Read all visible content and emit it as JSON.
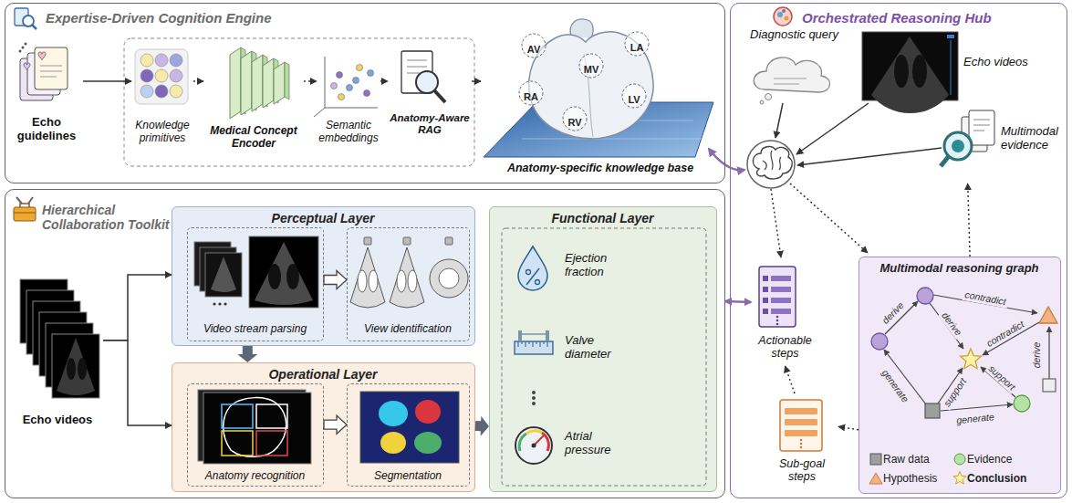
{
  "diagram": {
    "nodes": [
      {
        "text": [
          "Expertise-Driven Cognition Engine"
        ]
      },
      {
        "text": [
          "Echo guidelines"
        ],
        "in": 0
      },
      {
        "text": [
          "Knowledge primitives"
        ],
        "in": 0
      },
      {
        "text": [
          "Medical Concept Encoder"
        ],
        "in": 0
      },
      {
        "text": [
          "Semantic embeddings"
        ],
        "in": 0
      },
      {
        "text": [
          "Anatomy-Aware RAG"
        ],
        "in": 0
      },
      {
        "text": [
          "Anatomy-specific knowledge base"
        ],
        "in": 0
      },
      {
        "text": [
          "Hierarchical Collaboration Toolkit"
        ]
      },
      {
        "text": [
          "Echo videos"
        ],
        "in": 7
      },
      {
        "text": [
          "Perceptual Layer"
        ],
        "in": 7
      },
      {
        "text": [
          "Video stream parsing"
        ],
        "in": 9
      },
      {
        "text": [
          "View identification"
        ],
        "in": 9
      },
      {
        "text": [
          "Operational Layer"
        ],
        "in": 7
      },
      {
        "text": [
          "Anatomy recognition"
        ],
        "in": 12
      },
      {
        "text": [
          "Segmentation"
        ],
        "in": 12
      },
      {
        "text": [
          "Functional Layer"
        ],
        "in": 7
      },
      {
        "text": [
          "Ejection fraction"
        ],
        "in": 15
      },
      {
        "text": [
          "Valve diameter"
        ],
        "in": 15
      },
      {
        "text": [
          "Atrial pressure"
        ],
        "in": 15
      },
      {
        "text": [
          "Orchestrated Reasoning Hub"
        ]
      },
      {
        "text": [
          "Diagnostic query"
        ],
        "in": 19
      },
      {
        "text": [
          "Echo videos"
        ],
        "in": 19
      },
      {
        "text": [
          "Multimodal evidence"
        ],
        "in": 19
      },
      {
        "text": [
          "Actionable steps"
        ],
        "in": 19
      },
      {
        "text": [
          "Sub-goal steps"
        ],
        "in": 19
      },
      {
        "text": [
          "Multimodal reasoning graph"
        ],
        "in": 19
      }
    ],
    "edges": [
      {
        "from": 1,
        "to": 2,
        "arrow": "to"
      },
      {
        "from": 2,
        "to": 3,
        "arrow": "to"
      },
      {
        "from": 3,
        "to": 4,
        "arrow": "to"
      },
      {
        "from": 4,
        "to": 5,
        "arrow": "to"
      },
      {
        "from": 5,
        "to": 6,
        "arrow": "to"
      },
      {
        "from": 8,
        "to": 9,
        "arrow": "to"
      },
      {
        "from": 8,
        "to": 12,
        "arrow": "to"
      },
      {
        "from": 10,
        "to": 11,
        "arrow": "to"
      },
      {
        "from": 9,
        "to": 12,
        "arrow": "to"
      },
      {
        "from": 13,
        "to": 14,
        "arrow": "to"
      },
      {
        "from": 12,
        "to": 15,
        "arrow": "to"
      },
      {
        "from": 7,
        "to": 23,
        "arrow": "both"
      },
      {
        "from": 25,
        "to": 22,
        "arrow": "to"
      },
      {
        "from": 25,
        "to": 24,
        "arrow": "to"
      },
      {
        "from": 24,
        "to": 23,
        "arrow": "to"
      }
    ],
    "labels": [
      "AV",
      "LA",
      "MV",
      "RA",
      "RV",
      "LV",
      "derive",
      "contradict",
      "derive",
      "contradict",
      "derive",
      "generate",
      "support",
      "support",
      "generate"
    ],
    "legend": [
      {
        "text": "Raw data"
      },
      {
        "text": "Evidence"
      },
      {
        "text": "Hypothesis"
      },
      {
        "text": "Conclusion"
      }
    ]
  }
}
